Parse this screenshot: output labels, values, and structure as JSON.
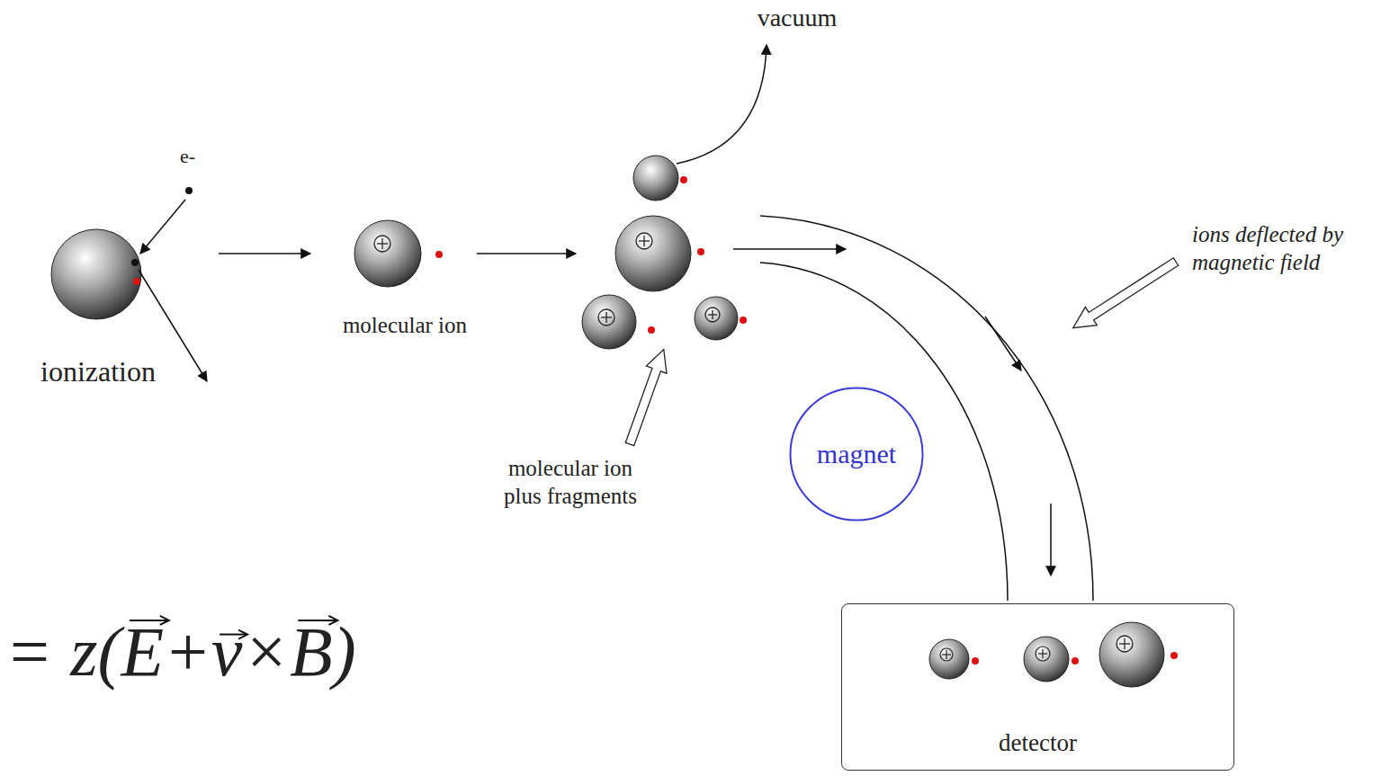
{
  "diagram": {
    "nodes": [
      {
        "text": [
          "magnet"
        ]
      },
      {
        "text": [
          "detector"
        ]
      }
    ],
    "labels": [
      "vacuum",
      "e-",
      "ionization",
      "molecular ion",
      "molecular ion plus fragments",
      "ions deflected by magnetic field",
      "= z(E+v×B)"
    ]
  }
}
